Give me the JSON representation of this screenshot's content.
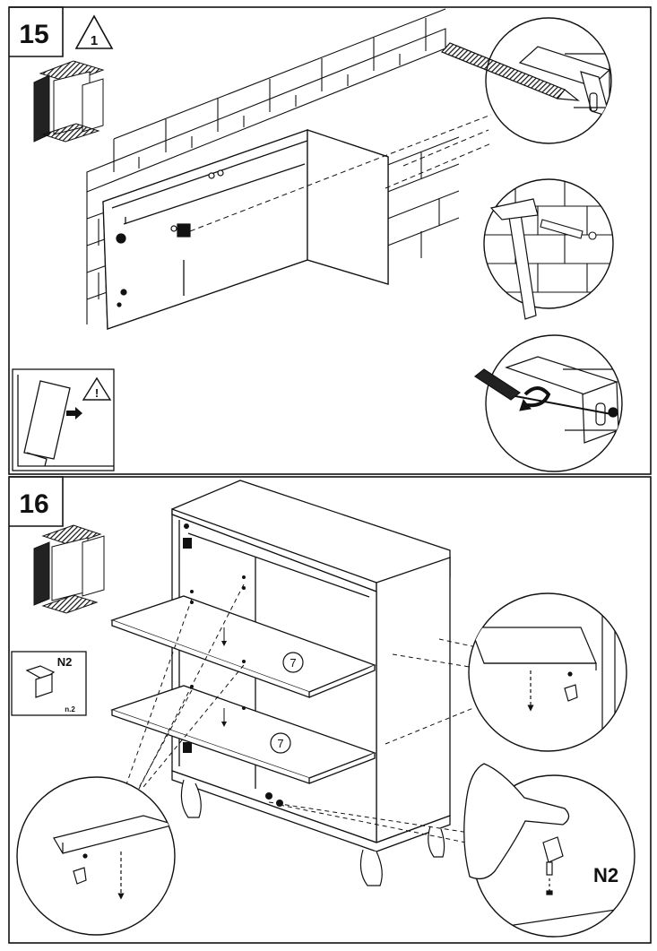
{
  "steps": [
    {
      "number": "15",
      "warning_number": "1",
      "caution_symbol": "!"
    },
    {
      "number": "16",
      "part_callouts": [
        "7",
        "7"
      ],
      "hardware_box": {
        "code": "N2",
        "qty": "n.2"
      },
      "detail_label": "N2"
    }
  ],
  "icons": [
    "warning-triangle-icon",
    "caution-triangle-icon",
    "push-arrow-icon",
    "pencil-icon",
    "hammer-icon",
    "screwdriver-icon",
    "rotate-arrow-icon",
    "shelf-support-pin-icon",
    "finger-press-icon"
  ],
  "colors": {
    "line": "#111111",
    "background": "#ffffff"
  }
}
